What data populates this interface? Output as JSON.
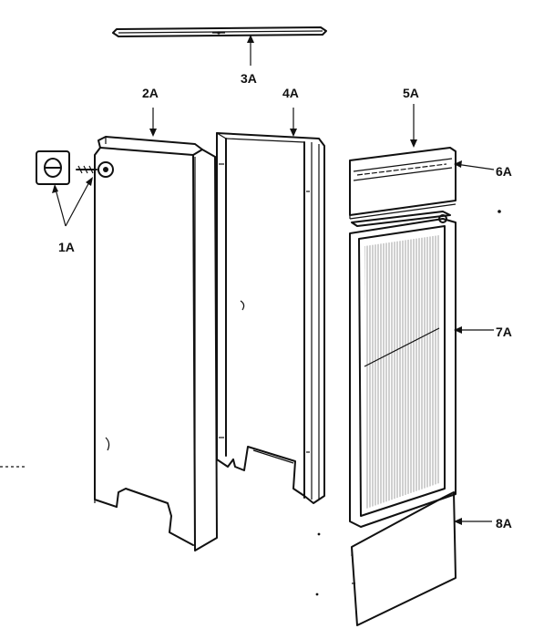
{
  "labels": {
    "l1A": "1A",
    "l2A": "2A",
    "l3A": "3A",
    "l4A": "4A",
    "l5A": "5A",
    "l6A": "6A",
    "l7A": "7A",
    "l8A": "8A"
  },
  "icons": {
    "leader_arrow": "arrow-icon",
    "screw": "screw-icon"
  }
}
